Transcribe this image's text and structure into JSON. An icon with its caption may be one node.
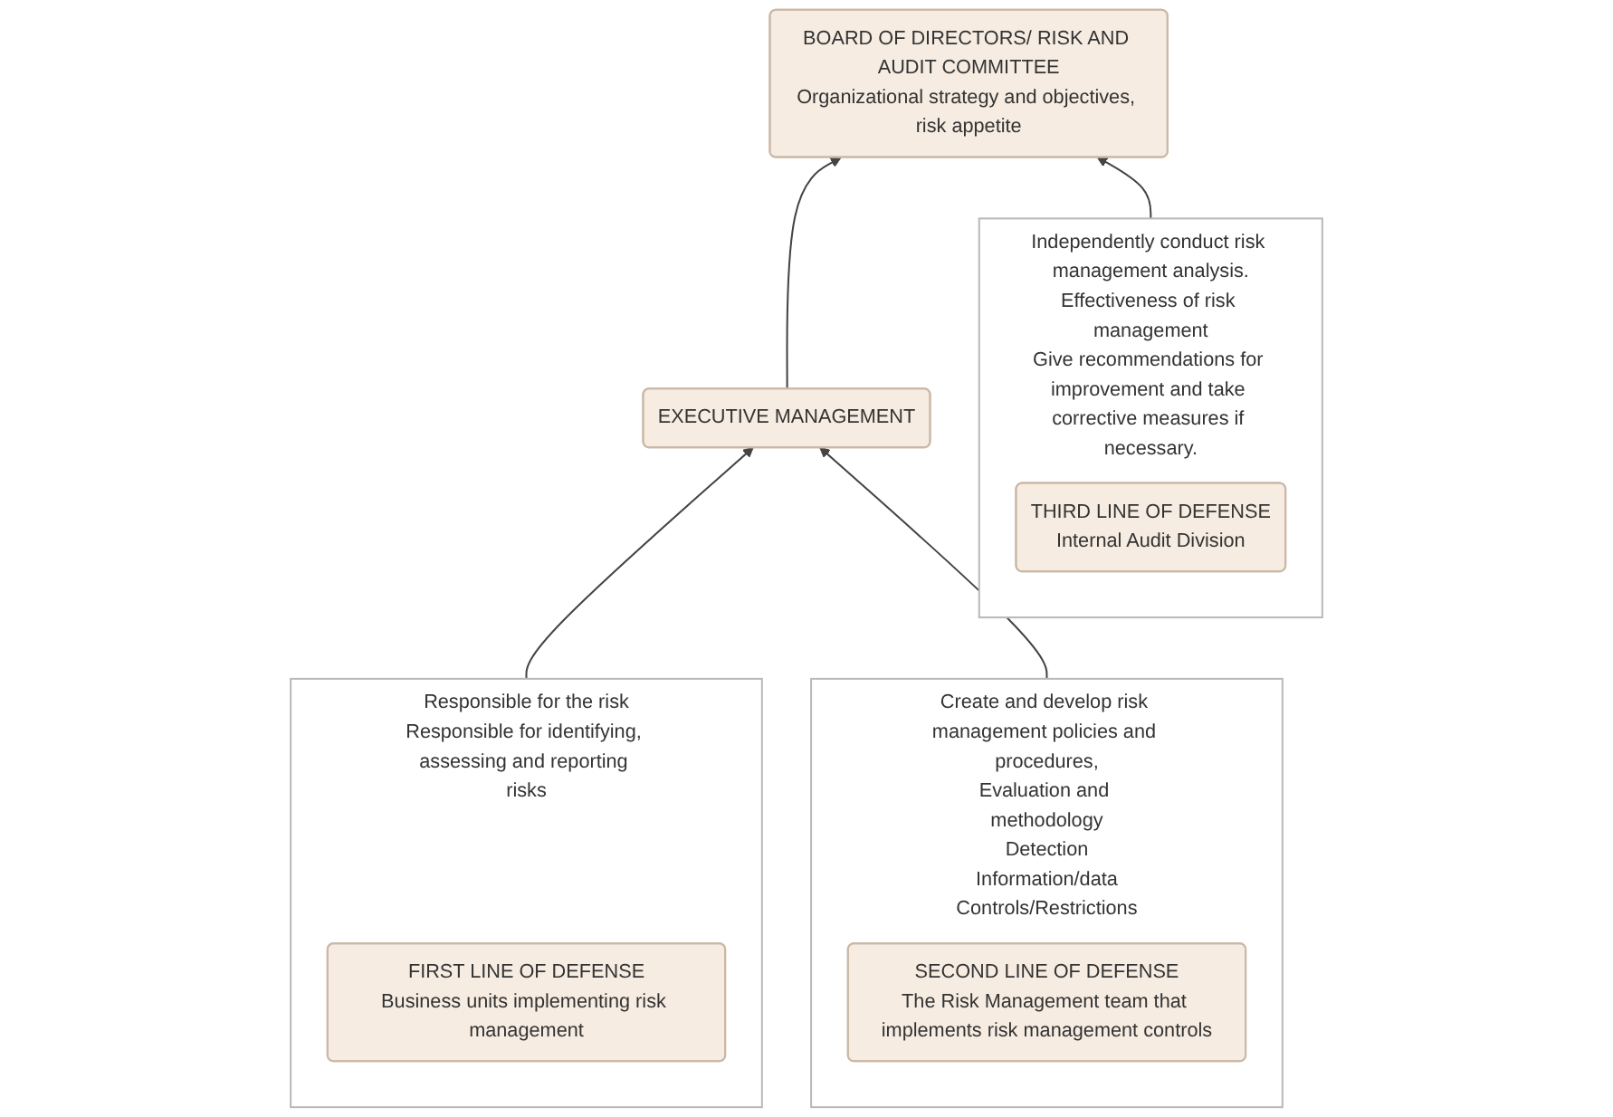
{
  "diagram": {
    "nodes": [
      {
        "text": [
          "BOARD OF DIRECTORS/ RISK AND AUDIT COMMITTEE",
          "Organizational strategy and objectives, risk appetite"
        ]
      },
      {
        "text": [
          "EXECUTIVE MANAGEMENT"
        ]
      },
      {
        "text": [
          "Responsible for the risk",
          "Responsible for identifying, assessing and reporting risks"
        ]
      },
      {
        "text": [
          "FIRST LINE OF DEFENSE",
          "Business units implementing risk management"
        ],
        "in": 2
      },
      {
        "text": [
          "Create and develop risk management policies and procedures,",
          "Evaluation and methodology",
          "Detection",
          "Information/data",
          "Controls/Restrictions"
        ]
      },
      {
        "text": [
          "SECOND LINE OF DEFENSE",
          "The Risk Management team that implements risk management controls"
        ],
        "in": 4
      },
      {
        "text": [
          "Independently conduct risk management analysis.",
          "Effectiveness of risk management",
          "Give recommendations for improvement and take corrective measures if necessary."
        ]
      },
      {
        "text": [
          "THIRD LINE OF DEFENSE",
          "Internal Audit Division"
        ],
        "in": 6
      }
    ],
    "edges": [
      {
        "from": 1,
        "to": 0,
        "arrow": "to"
      },
      {
        "from": 2,
        "to": 1,
        "arrow": "to"
      },
      {
        "from": 4,
        "to": 1,
        "arrow": "to"
      },
      {
        "from": 6,
        "to": 0,
        "arrow": "to"
      }
    ]
  }
}
